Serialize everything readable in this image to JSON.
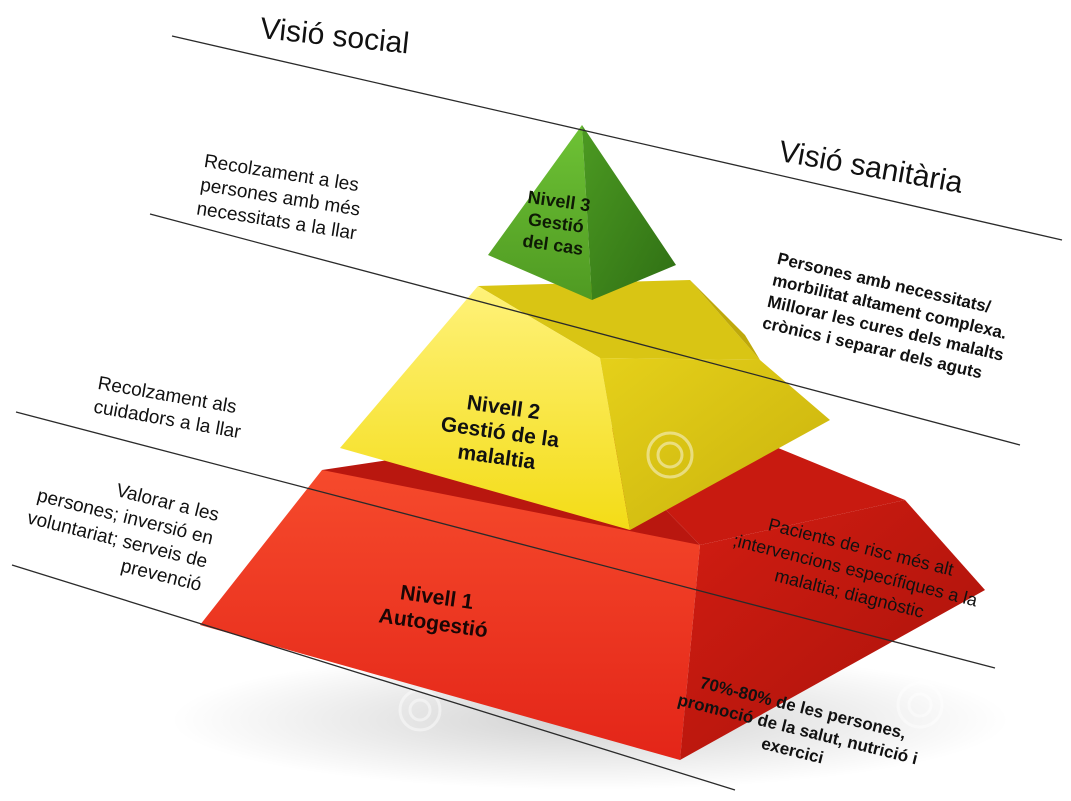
{
  "headers": {
    "social": "Visió social",
    "sanitaria": "Visió sanitària"
  },
  "levels": [
    {
      "lines": [
        "Nivell 3",
        "Gestió",
        "del cas"
      ],
      "color": "#6cb830"
    },
    {
      "lines": [
        "Nivell 2",
        "Gestió de la",
        "malaltia"
      ],
      "color": "#f2e51f"
    },
    {
      "lines": [
        "Nivell 1",
        "Autogestió"
      ],
      "color": "#e8261b"
    }
  ],
  "left_notes": [
    {
      "lines": [
        "Recolzament a les",
        "persones amb més",
        "necessitats a la llar"
      ]
    },
    {
      "lines": [
        "Recolzament als",
        "cuidadors a la llar"
      ]
    },
    {
      "lines": [
        "Valorar a les",
        "persones; inversió en",
        "voluntariat; serveis de",
        "prevenció"
      ]
    }
  ],
  "right_notes": [
    {
      "lines": [
        "Persones amb necessitats/",
        "morbilitat altament complexa.",
        "Millorar les cures dels malalts",
        "crònics i separar dels aguts"
      ]
    },
    {
      "lines": [
        "Pacients de risc més alt",
        ";intervencions específiques a la",
        "malaltia; diagnòstic"
      ]
    },
    {
      "lines": [
        "70%-80% de les persones,",
        "promoció de la salut, nutrició i",
        "exercici"
      ]
    }
  ]
}
